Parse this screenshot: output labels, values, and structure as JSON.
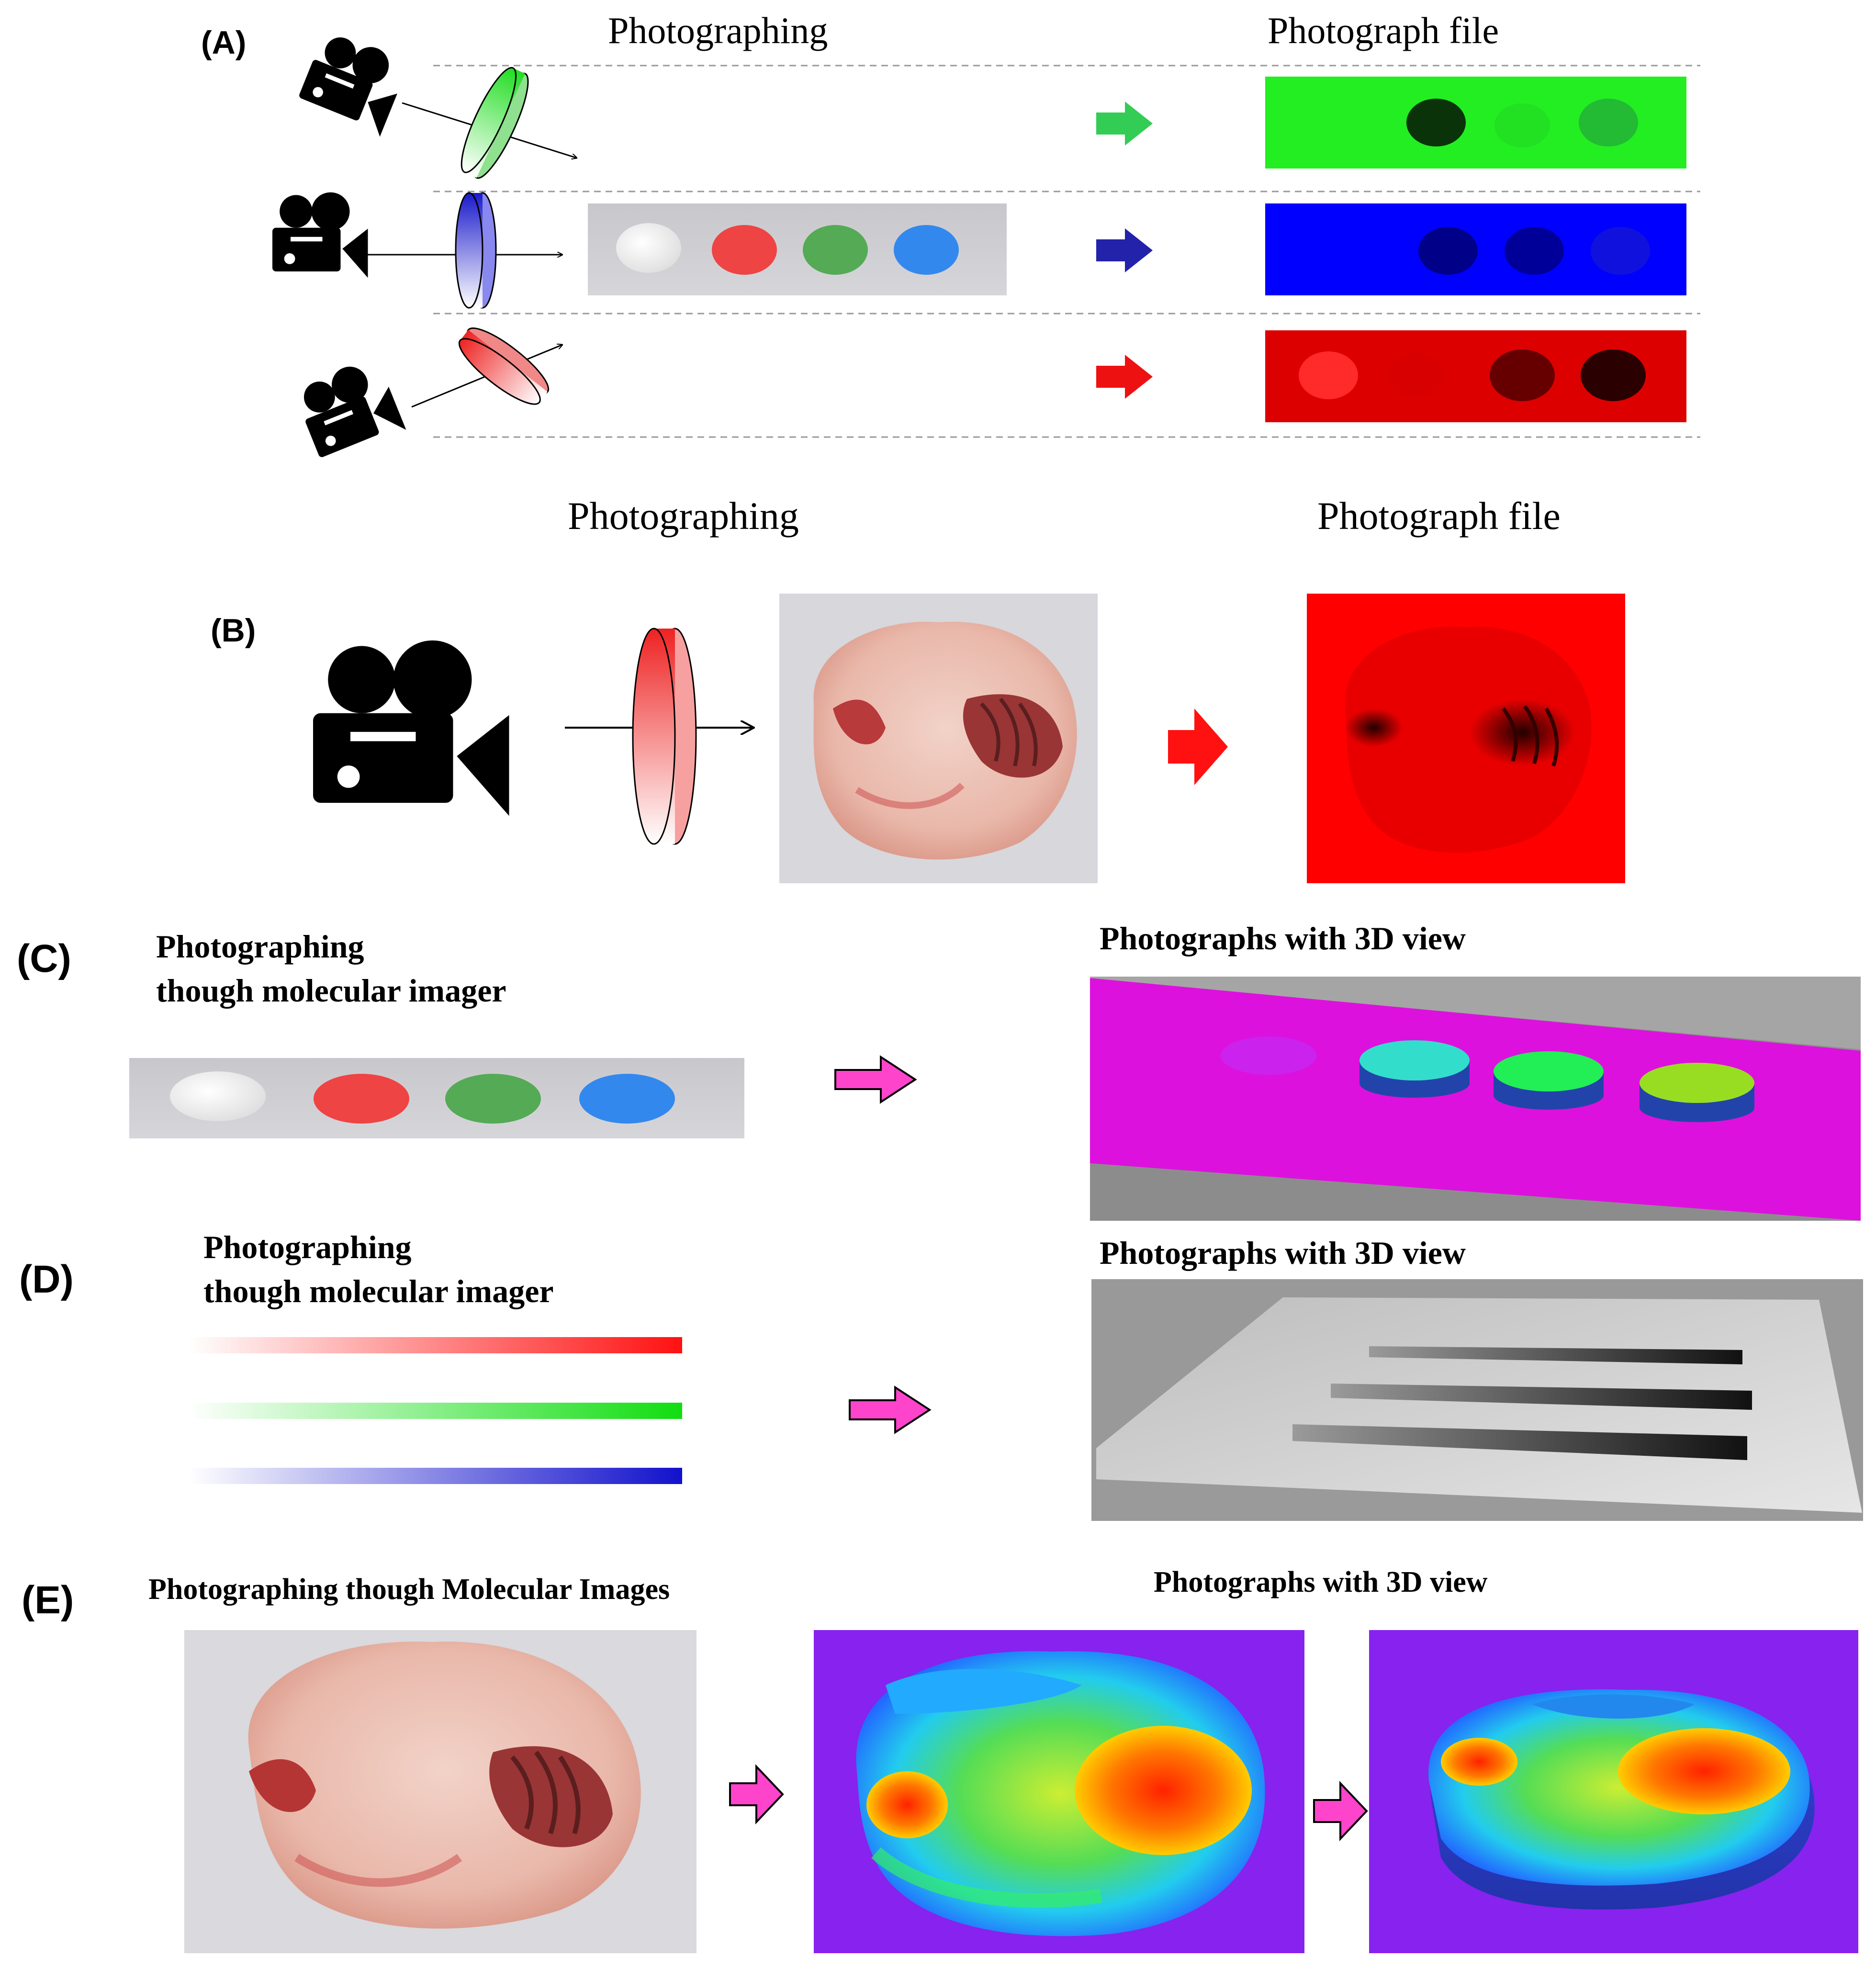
{
  "panel_a": {
    "letter": "(A)",
    "left_heading": "Photographing",
    "right_heading": "Photograph file",
    "filter_colors": [
      "#22dd22",
      "#1a1acc",
      "#ee2222"
    ],
    "file_backgrounds": [
      "#22ee22",
      "#0000ff",
      "#dd0000"
    ],
    "sample_spots": [
      "#ffffff",
      "#ee4444",
      "#55aa55",
      "#3388ee"
    ]
  },
  "panel_b": {
    "letter": "(B)",
    "left_heading": "Photographing",
    "right_heading": "Photograph file"
  },
  "panel_c": {
    "letter": "(C)",
    "left_heading_line1": "Photographing",
    "left_heading_line2": "though molecular imager",
    "right_heading": "Photographs with 3D view"
  },
  "panel_d": {
    "letter": "(D)",
    "left_heading_line1": "Photographing",
    "left_heading_line2": "though molecular imager",
    "right_heading": "Photographs with 3D view"
  },
  "panel_e": {
    "letter": "(E)",
    "left_heading": "Photographing though Molecular Images",
    "right_heading": "Photographs with 3D view"
  }
}
